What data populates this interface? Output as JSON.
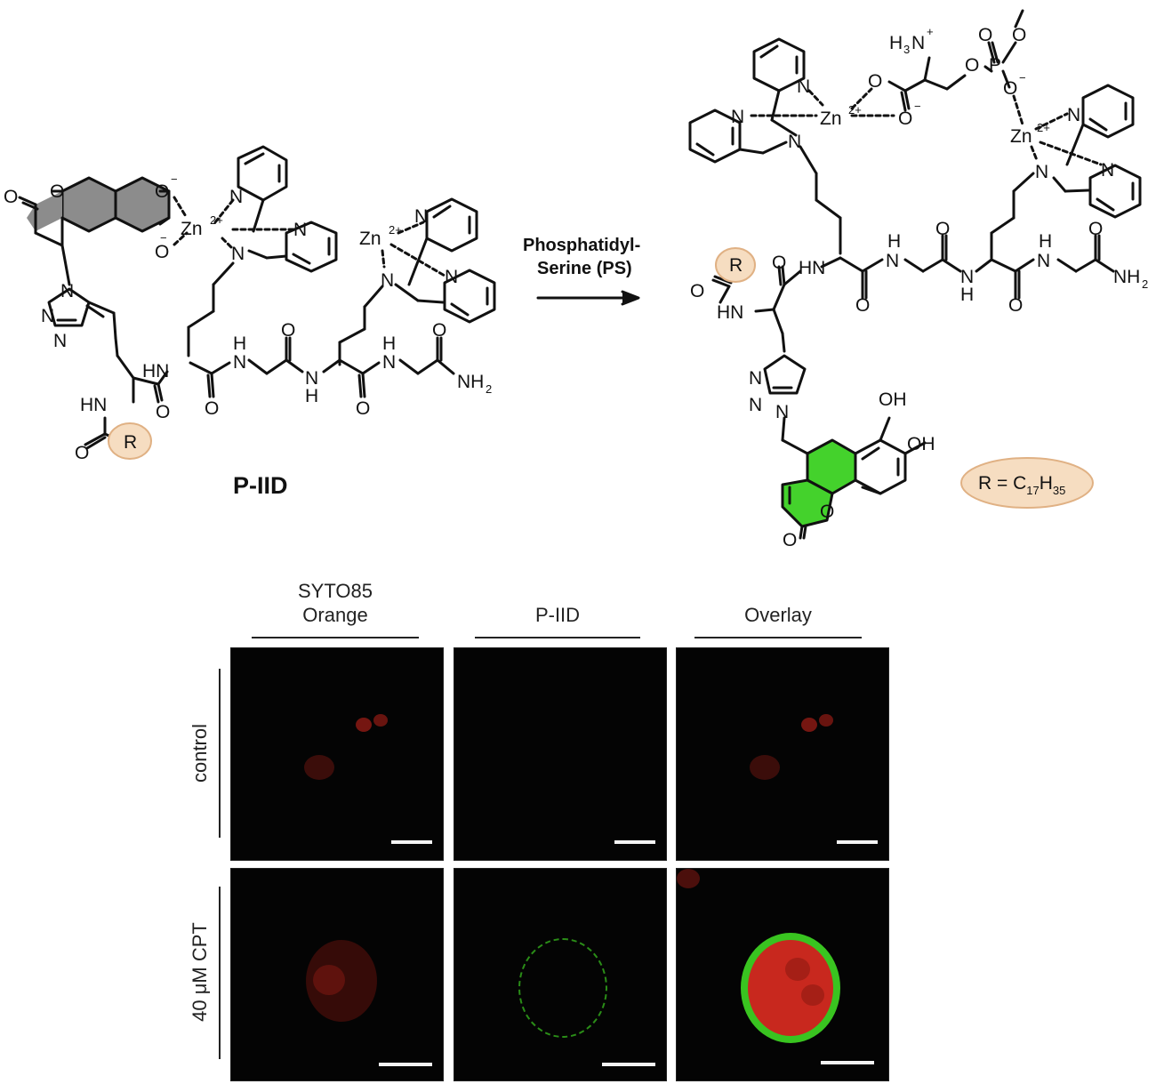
{
  "molecule_left": {
    "name": "P-IID",
    "labels": {
      "o1": "O",
      "o2": "O",
      "oneg1": "O",
      "oneg2": "O",
      "minus1": "−",
      "minus2": "−",
      "zn1": "Zn",
      "zn1_charge": "2+",
      "n_a": "N",
      "n_b": "N",
      "n_c": "N",
      "zn2": "Zn",
      "zn2_charge": "2+",
      "n_d": "N",
      "n_e": "N",
      "n_f": "N",
      "tri_n1": "N",
      "tri_n2": "N",
      "tri_n3": "N",
      "hn1": "HN",
      "hn2": "HN",
      "nh_top1": "H",
      "nh_n1": "N",
      "nh_n2": "N",
      "nh_h2": "H",
      "nh_top3": "H",
      "nh_n3": "N",
      "o_a": "O",
      "o_b": "O",
      "o_c": "O",
      "o_d": "O",
      "o_e": "O",
      "nh2": "NH",
      "nh2_sub": "2",
      "r": "R",
      "o_r": "O"
    }
  },
  "arrow": {
    "line1": "Phosphatidyl-",
    "line2": "Serine (PS)"
  },
  "molecule_right": {
    "labels": {
      "h3n": "H",
      "h3n_sub": "3",
      "h3n_n": "N",
      "h3n_plus": "+",
      "o_p1": "O",
      "o_p2": "O",
      "p": "P",
      "o_p3": "O",
      "o_p3_minus": "−",
      "o_ester": "O",
      "o_carb1": "O",
      "o_carb2": "O",
      "o_carb_minus": "−",
      "n_py1": "N",
      "n_py2": "N",
      "zn1": "Zn",
      "zn1_charge": "2+",
      "n_am1": "N",
      "zn2": "Zn",
      "zn2_charge": "2+",
      "n_py3": "N",
      "n_py4": "N",
      "n_am2": "N",
      "r": "R",
      "o_r": "O",
      "hn_r": "HN",
      "o_k": "O",
      "hn": "HN",
      "h1": "H",
      "n1": "N",
      "o1": "O",
      "o2": "O",
      "n2": "N",
      "h2": "H",
      "h3": "H",
      "n3": "N",
      "o3": "O",
      "o4": "O",
      "nh2": "NH",
      "nh2_sub": "2",
      "tri_n1": "N",
      "tri_n2": "N",
      "tri_n3": "N",
      "oh1": "OH",
      "oh2": "OH",
      "o_ring": "O",
      "o_keto": "O"
    },
    "r_def": {
      "prefix": "R = C",
      "sub1": "17",
      "mid": "H",
      "sub2": "35"
    }
  },
  "microscopy": {
    "columns": [
      {
        "line1": "SYTO85",
        "line2": "Orange"
      },
      {
        "line1": "",
        "line2": "P-IID"
      },
      {
        "line1": "",
        "line2": "Overlay"
      }
    ],
    "rows": [
      "control",
      "40 μM CPT"
    ],
    "colors": {
      "red_signal": "#c8281e",
      "green_signal": "#3ccf22",
      "background": "#040404"
    }
  }
}
